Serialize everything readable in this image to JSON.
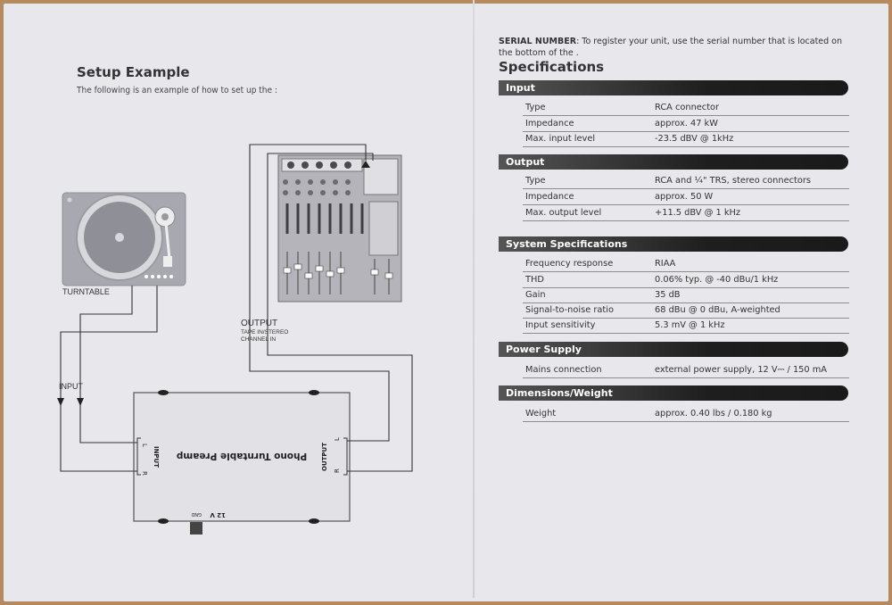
{
  "setup": {
    "title": "Setup Example",
    "intro": "The following is an example of how to set up the :",
    "labels": {
      "turntable": "TURNTABLE",
      "input": "INPUT",
      "output": "OUTPUT",
      "output_sub1": "TAPE IN/STEREO",
      "output_sub2": "CHANNEL IN",
      "device_name": "Phono Turntable Preamp",
      "device_input": "INPUT",
      "device_output": "OUTPUT",
      "l1": "L",
      "r1": "R",
      "l2": "L",
      "r2": "R",
      "power": "12 V",
      "gnd": "GND"
    }
  },
  "serial": {
    "label": "SERIAL NUMBER",
    "text": ": To register your unit, use the serial number that is located on the bottom of the ."
  },
  "specs": {
    "title": "Specifications",
    "sections": [
      {
        "name": "Input",
        "rows": [
          {
            "k": "Type",
            "v": "RCA connector"
          },
          {
            "k": "Impedance",
            "v": "approx. 47 kW"
          },
          {
            "k": "Max. input level",
            "v": "-23.5 dBV @ 1kHz"
          }
        ]
      },
      {
        "name": "Output",
        "rows": [
          {
            "k": "Type",
            "v": "RCA and ¼\" TRS, stereo connectors"
          },
          {
            "k": "Impedance",
            "v": "approx. 50 W"
          },
          {
            "k": "Max. output level",
            "v": "+11.5 dBV @ 1 kHz"
          }
        ]
      },
      {
        "name": "System Specifications",
        "rows": [
          {
            "k": "Frequency response",
            "v": "RIAA"
          },
          {
            "k": "THD",
            "v": "0.06% typ. @ -40 dBu/1 kHz"
          },
          {
            "k": "Gain",
            "v": "35 dB"
          },
          {
            "k": "Signal-to-noise ratio",
            "v": "68 dBu @ 0 dBu, A-weighted"
          },
          {
            "k": "Input sensitivity",
            "v": "5.3 mV @ 1 kHz"
          }
        ]
      },
      {
        "name": "Power Supply",
        "rows": [
          {
            "k": "Mains connection",
            "v": "external power supply, 12 V⎓ / 150 mA"
          }
        ]
      },
      {
        "name": "Dimensions/Weight",
        "rows": [
          {
            "k": "Weight",
            "v": "approx. 0.40 lbs / 0.180 kg"
          }
        ]
      }
    ]
  }
}
